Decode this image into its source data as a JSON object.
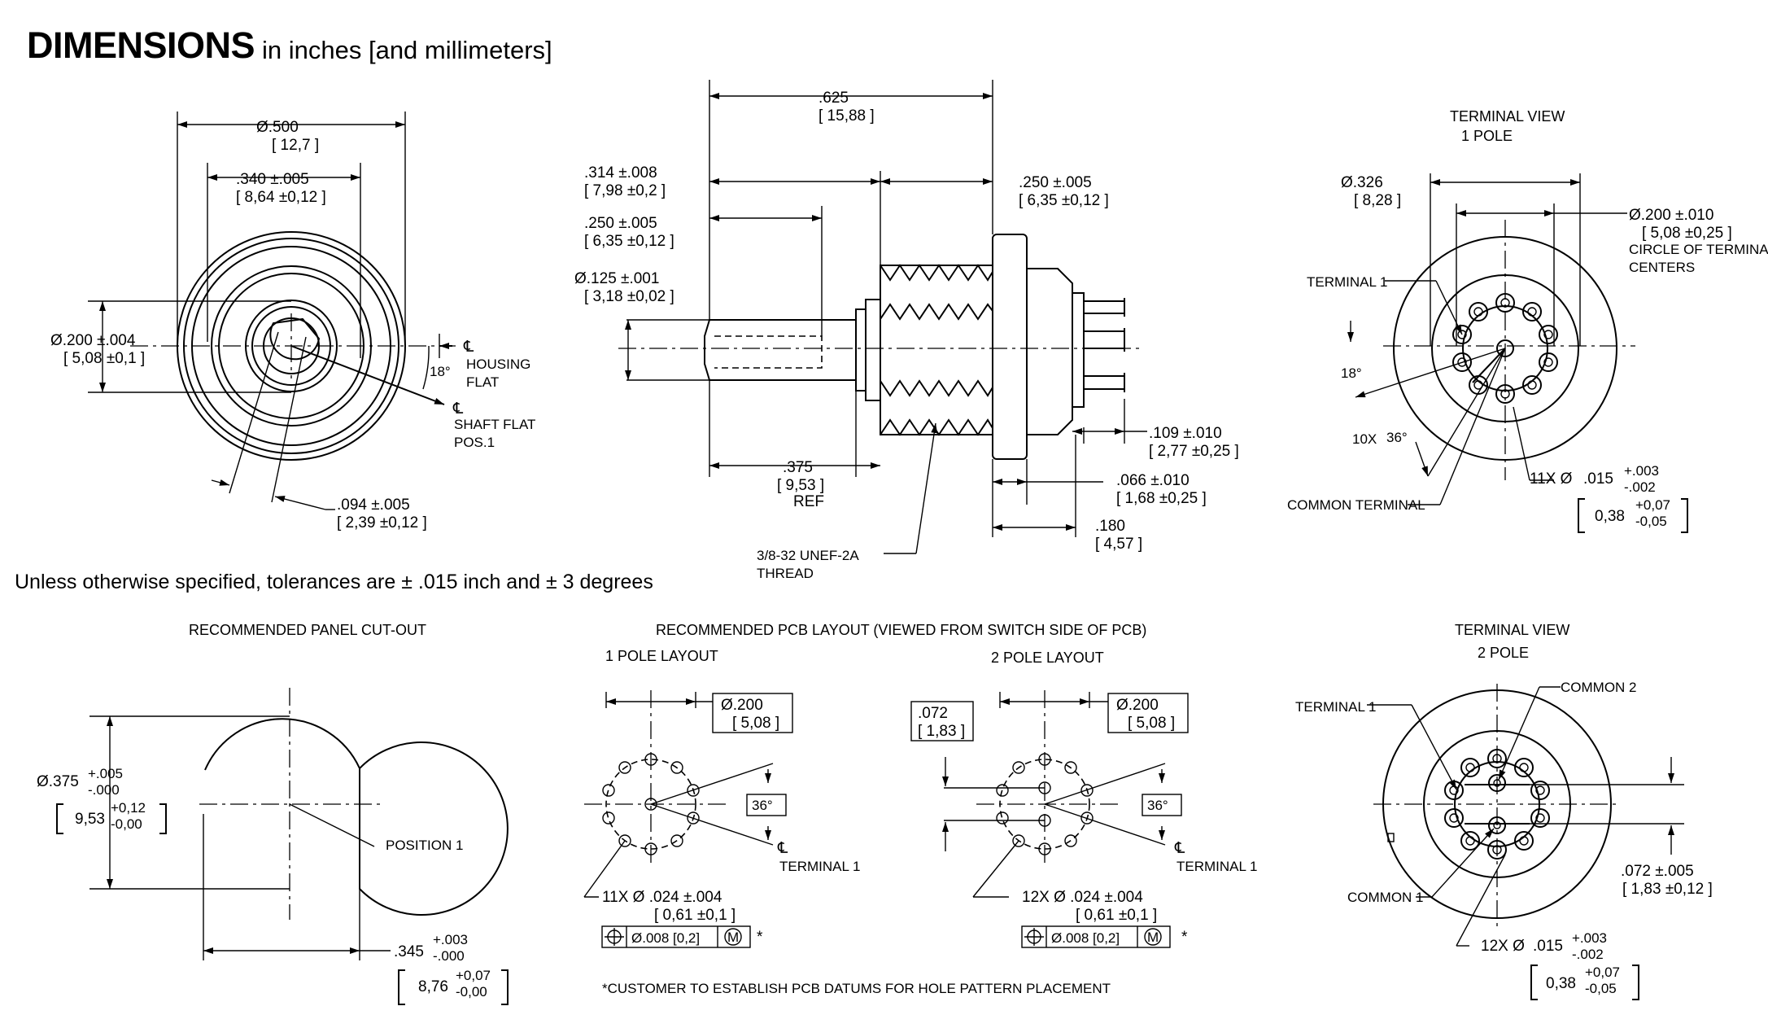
{
  "title": {
    "main": "DIMENSIONS",
    "sub": "in inches [and millimeters]"
  },
  "note_tolerance": "Unless otherwise specified, tolerances are ± .015 inch and ± 3 degrees",
  "front_view": {
    "dia500": "Ø.500",
    "dia500_mm": "[ 12,7   ]",
    "d340": ".340   ±.005",
    "d340_mm": "[ 8,64   ±0,12   ]",
    "dia200": "Ø.200   ±.004",
    "dia200_mm": "[ 5,08   ±0,1   ]",
    "angle": "18°",
    "housing_flat": [
      "HOUSING",
      "FLAT"
    ],
    "shaft_flat": [
      "SHAFT FLAT",
      "POS.1"
    ],
    "d094": ".094   ±.005",
    "d094_mm": "[ 2,39   ±0,12   ]",
    "cl": "℄"
  },
  "side_view": {
    "d625": ".625",
    "d625_mm": "[ 15,88   ]",
    "d314": ".314   ±.008",
    "d314_mm": "[ 7,98   ±0,2   ]",
    "d250a": ".250   ±.005",
    "d250a_mm": "[ 6,35   ±0,12   ]",
    "dia125": "Ø.125   ±.001",
    "dia125_mm": "[ 3,18   ±0,02   ]",
    "d250b": ".250   ±.005",
    "d250b_mm": "[ 6,35   ±0,12   ]",
    "d375": ".375",
    "d375_mm": "[ 9,53   ]",
    "ref": "REF",
    "d109": ".109   ±.010",
    "d109_mm": "[ 2,77   ±0,25   ]",
    "d066": ".066   ±.010",
    "d066_mm": "[ 1,68   ±0,25   ]",
    "d180": ".180",
    "d180_mm": "[ 4,57   ]",
    "thread": [
      "3/8-32 UNEF-2A",
      "THREAD"
    ]
  },
  "terminal_view_1": {
    "heading": [
      "TERMINAL VIEW",
      "1 POLE"
    ],
    "dia326": "Ø.326",
    "dia326_mm": "[ 8,28   ]",
    "dia200": "Ø.200   ±.010",
    "dia200_mm": "[ 5,08   ±0,25   ]",
    "circle": [
      "CIRCLE OF TERMINAL",
      "CENTERS"
    ],
    "terminal1": "TERMINAL 1",
    "angle18": "18°",
    "tenx": "10X",
    "angle36": "36°",
    "elevenx": "11X Ø",
    "d015": ".015",
    "tol_in": [
      "+.003",
      "-.002"
    ],
    "mm": "0,38",
    "tol_mm": [
      "+0,07",
      "-0,05"
    ],
    "common": "COMMON TERMINAL"
  },
  "panel_cutout": {
    "heading": "RECOMMENDED PANEL CUT-OUT",
    "dia375": "Ø.375",
    "tol_in": [
      "+.005",
      "-.000"
    ],
    "mm": "9,53",
    "tol_mm": [
      "+0,12",
      "-0,00"
    ],
    "position": "POSITION 1",
    "d345": ".345",
    "tol345_in": [
      "+.003",
      "-.000"
    ],
    "mm345": "8,76",
    "tol345_mm": [
      "+0,07",
      "-0,00"
    ]
  },
  "pcb_layout": {
    "heading": "RECOMMENDED PCB LAYOUT   (VIEWED FROM SWITCH SIDE OF PCB)",
    "layout1": "1 POLE LAYOUT",
    "layout2": "2 POLE LAYOUT",
    "dia200": "Ø.200",
    "dia200_mm": "[ 5,08   ]",
    "d072": ".072",
    "d072_mm": "[ 1,83   ]",
    "angle36": "36°",
    "terminal1": "TERMINAL 1",
    "holes1": "11X Ø   .024   ±.004",
    "holes2": "12X Ø   .024   ±.004",
    "holes_mm": "[ 0,61   ±0,1   ]",
    "fcf": "Ø.008 [0,2]",
    "fcf_m": "M",
    "asterisk": "*",
    "footnote": "*CUSTOMER TO ESTABLISH PCB DATUMS FOR HOLE PATTERN PLACEMENT",
    "cl": "℄"
  },
  "terminal_view_2": {
    "heading": [
      "TERMINAL VIEW",
      "2 POLE"
    ],
    "terminal1": "TERMINAL 1",
    "common2": "COMMON 2",
    "common1": "COMMON 1",
    "d072": ".072   ±.005",
    "d072_mm": "[ 1,83   ±0,12   ]",
    "twelvex": "12X Ø",
    "d015": ".015",
    "tol_in": [
      "+.003",
      "-.002"
    ],
    "mm": "0,38",
    "tol_mm": [
      "+0,07",
      "-0,05"
    ]
  }
}
